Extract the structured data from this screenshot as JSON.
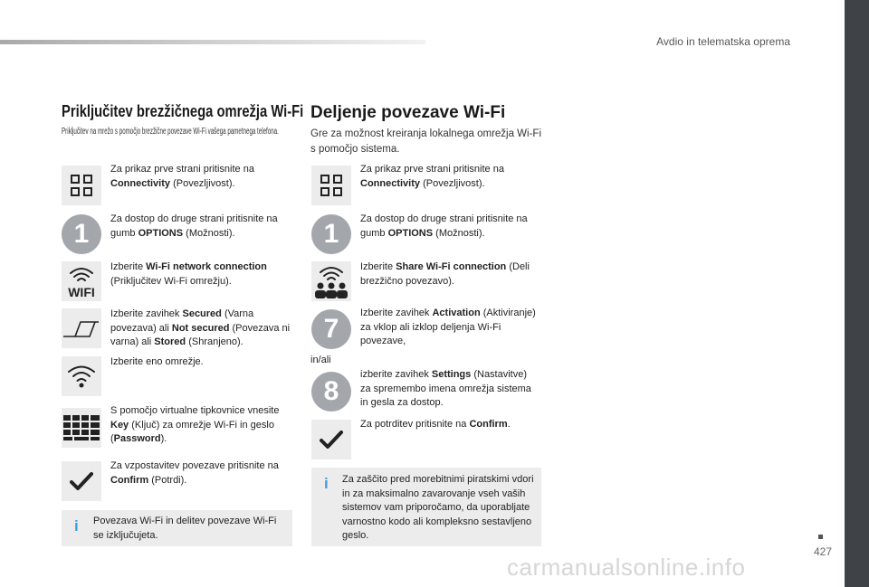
{
  "header": {
    "title": "Avdio in telematska oprema"
  },
  "page": {
    "number": "427",
    "watermark": "carmanualsonline.info"
  },
  "left": {
    "title": "Priključitev brezžičnega omrežja Wi-Fi",
    "subtitle": "Priključitev na mrežo s pomočjo brezžične povezave Wi-Fi vašega pametnega telefona.",
    "steps": [
      {
        "pre": "Za prikaz prve strani pritisnite na ",
        "b": "Connectivity",
        "post": " (Povezljivost)."
      },
      {
        "pre": "Za dostop do druge strani pritisnite na gumb ",
        "b": "OPTIONS",
        "post": " (Možnosti)."
      },
      {
        "pre": "Izberite ",
        "b": "Wi-Fi network connection",
        "post": " (Priključitev Wi-Fi omrežju)."
      },
      {
        "pre": "Izberite zavihek ",
        "b": "Secured",
        "mid": " (Varna povezava) ali ",
        "b2": "Not secured",
        "mid2": " (Povezava ni varna) ali ",
        "b3": "Stored",
        "post": " (Shranjeno)."
      },
      {
        "text": "Izberite eno omrežje."
      },
      {
        "pre": "S pomočjo virtualne tipkovnice vnesite ",
        "b": "Key",
        "mid": " (Ključ) za omrežje Wi-Fi in geslo (",
        "b2": "Password",
        "post": ")."
      },
      {
        "pre": "Za vzpostavitev povezave pritisnite na ",
        "b": "Confirm",
        "post": " (Potrdi)."
      }
    ],
    "note": "Povezava Wi-Fi in delitev povezave Wi-Fi se izključujeta."
  },
  "right": {
    "title": "Deljenje povezave Wi-Fi",
    "intro": "Gre za možnost kreiranja lokalnega omrežja Wi-Fi s pomočjo sistema.",
    "steps": [
      {
        "pre": "Za prikaz prve strani pritisnite na ",
        "b": "Connectivity",
        "post": " (Povezljivost)."
      },
      {
        "pre": "Za dostop do druge strani pritisnite na gumb ",
        "b": "OPTIONS",
        "post": " (Možnosti)."
      },
      {
        "pre": "Izberite ",
        "b": "Share Wi-Fi connection",
        "post": " (Deli brezžično povezavo)."
      },
      {
        "pre": "Izberite zavihek ",
        "b": "Activation",
        "post": " (Aktiviranje) za vklop ali izklop deljenja Wi-Fi povezave,"
      },
      {
        "pre": "izberite zavihek ",
        "b": "Settings",
        "post": " (Nastavitve) za spremembo imena omrežja sistema in gesla za dostop."
      },
      {
        "pre": "Za potrditev pritisnite na ",
        "b": "Confirm",
        "post": "."
      }
    ],
    "or": "in/ali",
    "note": "Za zaščito pred morebitnimi piratskimi vdori in za maksimalno zavarovanje vseh vaših sistemov vam priporočamo, da uporabljate varnostno kodo ali kompleksno sestavljeno geslo."
  },
  "badges": {
    "one": "1",
    "seven": "7",
    "eight": "8",
    "wifi_word": "WIFI",
    "info": "i"
  }
}
